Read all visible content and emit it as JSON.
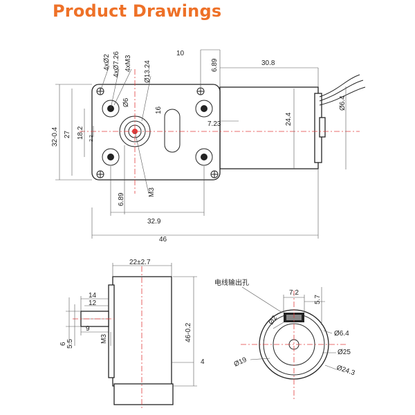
{
  "header": {
    "title": "Product Drawings"
  },
  "top_view": {
    "labels": {
      "hole_2": "4xØ2",
      "hole_726": "4xØ7.26",
      "thread_m3": "4xM3",
      "dia_1324": "Ø13.24",
      "dim_10": "10",
      "dim_689_top": "6.89",
      "dim_308": "30.8",
      "dia_64": "Ø6.4",
      "dia_6": "Ø6",
      "dim_16": "16",
      "dim_723": "7.23",
      "dim_244": "24.4",
      "dim_32": "32-0.4",
      "dim_27": "27",
      "dim_182": "18.2",
      "dim_22": "2.2",
      "dim_689_bot": "6.89",
      "m3": "M3",
      "dim_329": "32.9",
      "dim_46": "46"
    }
  },
  "side_view": {
    "labels": {
      "dim_22_27": "22±2.7",
      "dim_14": "14",
      "dim_12": "12",
      "dim_9": "9",
      "dim_6": "6",
      "dim_55": "5.5",
      "m3": "M3",
      "dim_46_02": "46-0.2",
      "dim_4": "4"
    }
  },
  "end_view": {
    "labels": {
      "wire_outlet": "电线输出孔",
      "dim_72": "7.2",
      "dim_57": "5.7",
      "dia_2": "Ø2",
      "dia_64": "Ø6.4",
      "dia_25": "Ø25",
      "dia_19": "Ø19",
      "dia_243": "Ø24.3"
    }
  }
}
